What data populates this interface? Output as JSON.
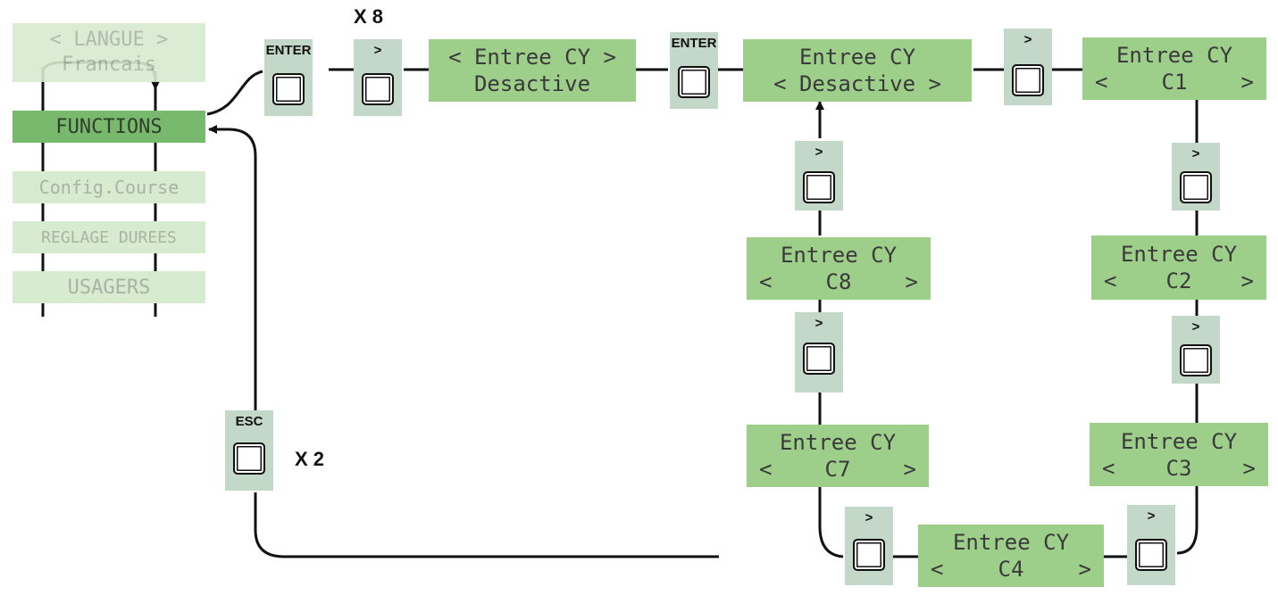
{
  "menu": {
    "langue": {
      "line1": "< LANGUE >",
      "line2": "Francais"
    },
    "functions": "FUNCTIONS",
    "config_course": "Config.Course",
    "reglage_durees": "REGLAGE DUREES",
    "usagers": "USAGERS"
  },
  "buttons": {
    "enter": "ENTER",
    "next": ">",
    "esc": "ESC"
  },
  "multipliers": {
    "next_x8": "X 8",
    "esc_x2": "X 2"
  },
  "displays": {
    "entree_select": {
      "line1": "< Entree CY >",
      "line2": "Desactive"
    },
    "entree_value": {
      "line1": "Entree CY",
      "line2": "< Desactive >"
    },
    "c1": {
      "title": "Entree CY",
      "left": "<",
      "value": "C1",
      "right": ">"
    },
    "c2": {
      "title": "Entree CY",
      "left": "<",
      "value": "C2",
      "right": ">"
    },
    "c3": {
      "title": "Entree CY",
      "left": "<",
      "value": "C3",
      "right": ">"
    },
    "c4": {
      "title": "Entree CY",
      "left": "<",
      "value": "C4",
      "right": ">"
    },
    "c7": {
      "title": "Entree CY",
      "left": "<",
      "value": "C7",
      "right": ">"
    },
    "c8": {
      "title": "Entree CY",
      "left": "<",
      "value": "C8",
      "right": ">"
    }
  },
  "colors": {
    "display_bg": "#9dce8a",
    "menu_inactive_bg": "#d6ebcf",
    "menu_active_bg": "#79b96d",
    "button_bg": "#c3d8c8"
  }
}
